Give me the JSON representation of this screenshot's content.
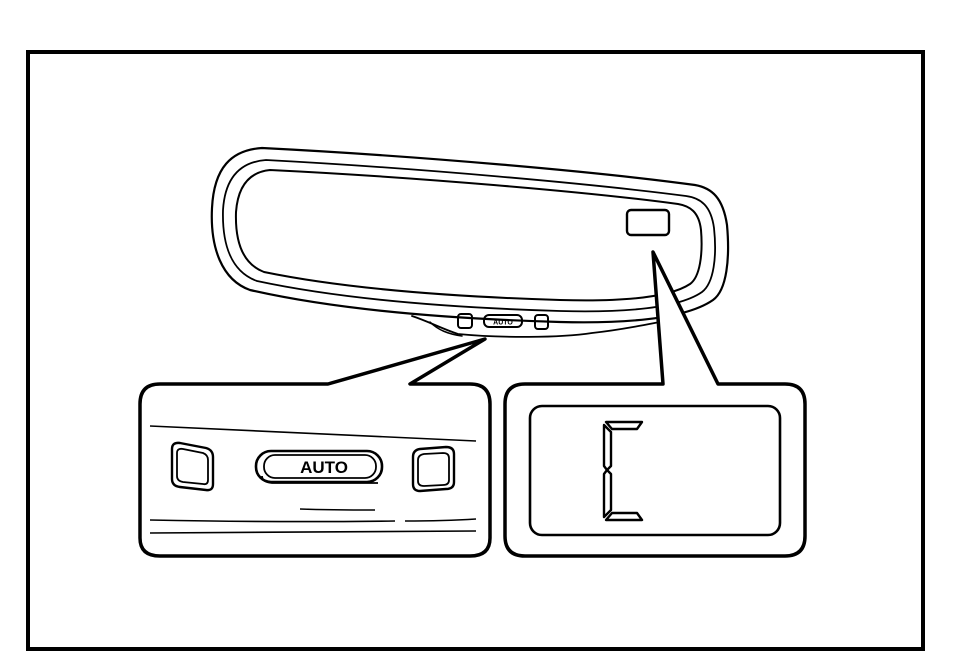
{
  "mirror": {
    "small_button_label": "AUTO"
  },
  "callout_left": {
    "button_label": "AUTO"
  },
  "callout_right": {
    "compass_display": "C"
  },
  "colors": {
    "line": "#000000",
    "background": "#ffffff"
  }
}
